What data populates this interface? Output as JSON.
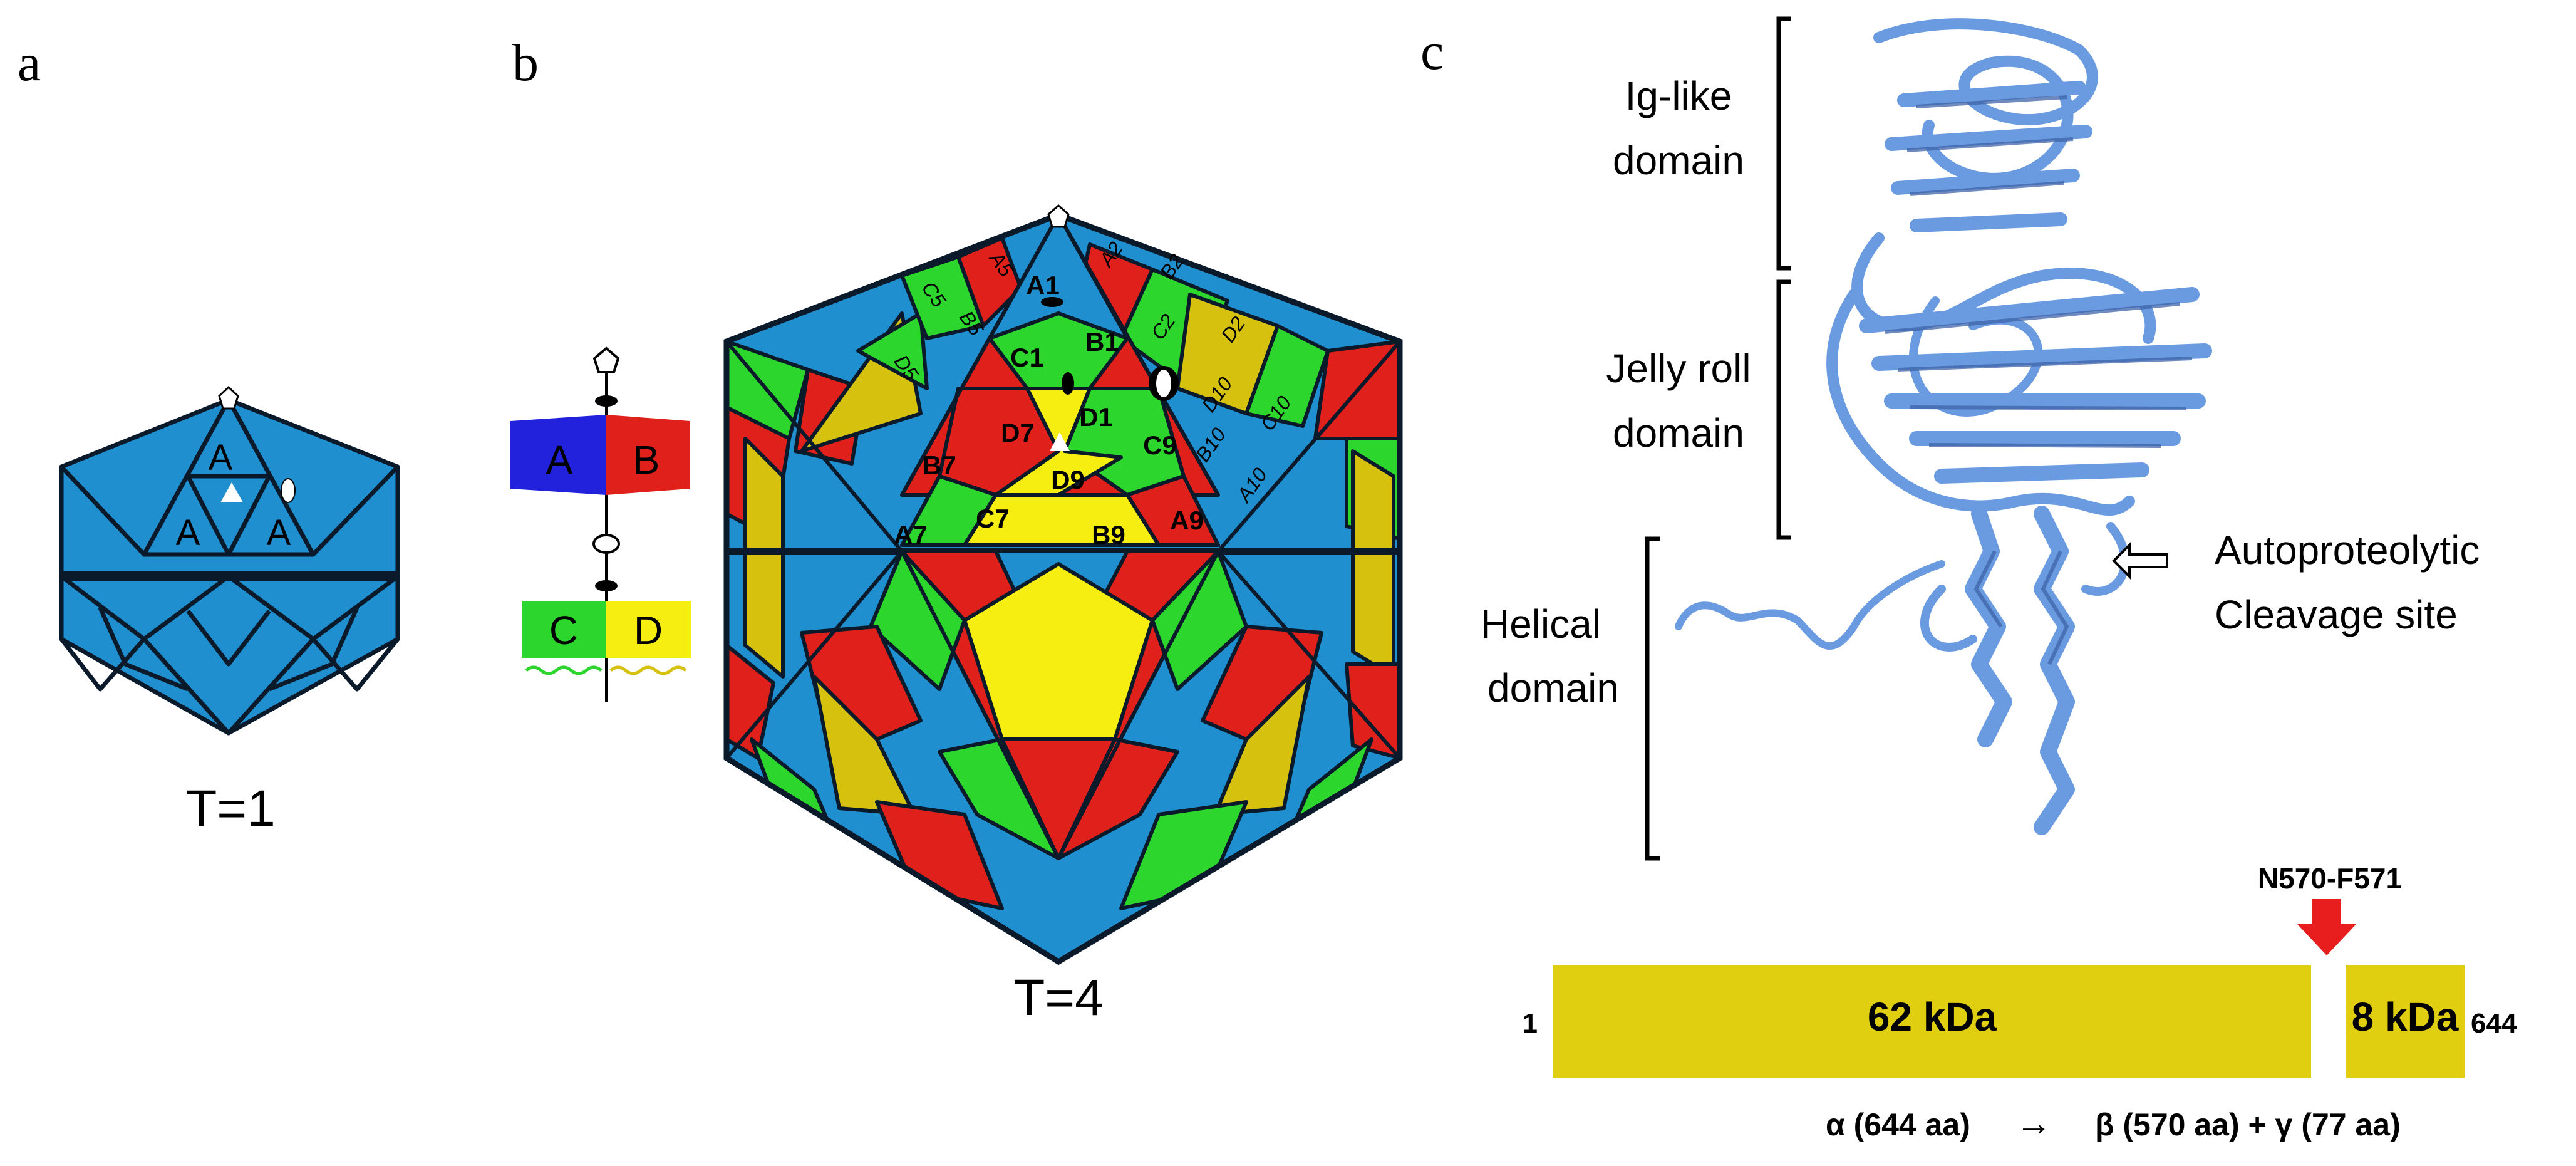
{
  "panels": {
    "a": {
      "letter": "a",
      "subunit_labels": [
        "A",
        "A",
        "A"
      ],
      "caption": "T=1",
      "colors": {
        "blue": "#1f8fcf"
      }
    },
    "b": {
      "letter": "b",
      "legend": {
        "a": "A",
        "b": "B",
        "c": "C",
        "d": "D"
      },
      "colors": {
        "A": "#1f8fcf",
        "legend_A": "#2222dd",
        "B": "#e0201a",
        "C": "#2dd62d",
        "D": "#f5ee10",
        "D_dark": "#d6c10e"
      },
      "subunit_labels": {
        "A1": "A1",
        "B1": "B1",
        "C1": "C1",
        "D1": "D1",
        "D7": "D7",
        "D9": "D9",
        "B7": "B7",
        "C7": "C7",
        "C9": "C9",
        "A7": "A7",
        "B9": "B9",
        "A9": "A9",
        "A5": "A5",
        "B5": "B5",
        "C5": "C5",
        "D5": "D5",
        "A2": "A2",
        "B2": "B2",
        "C2": "C2",
        "D2": "D2",
        "D10": "D10",
        "C10": "C10",
        "B10": "B10",
        "A10": "A10"
      },
      "caption": "T=4"
    },
    "c": {
      "letter": "c",
      "domains": {
        "ig_line1": "Ig-like",
        "ig_line2": "domain",
        "jelly_line1": "Jelly roll",
        "jelly_line2": "domain",
        "helical_line1": "Helical",
        "helical_line2": "domain"
      },
      "cleavage_line1": "Autoproteolytic",
      "cleavage_line2": "Cleavage site",
      "protein_color": "#6a9be0",
      "bar": {
        "site_label": "N570-F571",
        "start": "1",
        "end": "644",
        "segment1": "62 kDa",
        "segment2": "8 kDa",
        "bar_color": "#e0cf10",
        "arrow_color": "#e81e1e"
      },
      "equation": {
        "alpha": "α (644 aa)",
        "arrow": "→",
        "products": "β (570 aa) + γ (77 aa)",
        "products_color": "#c9b93a"
      }
    }
  }
}
